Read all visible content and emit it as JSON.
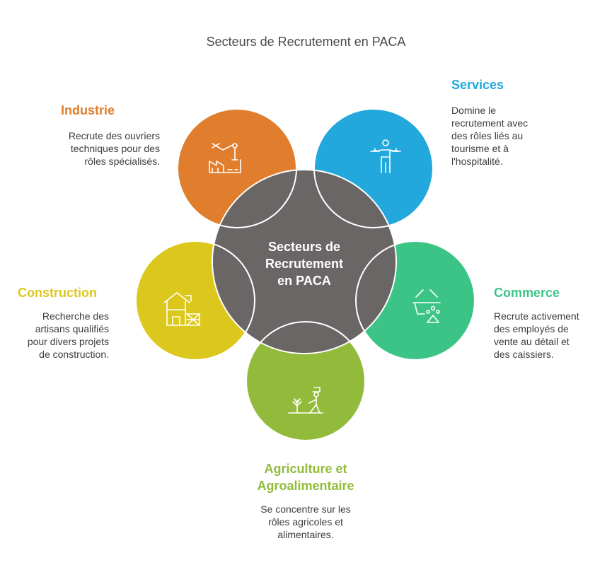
{
  "title": "Secteurs de Recrutement en PACA",
  "center": {
    "line1": "Secteurs de",
    "line2": "Recrutement",
    "line3": "en PACA",
    "color": "#6b6666"
  },
  "sectors": {
    "industrie": {
      "name": "Industrie",
      "color": "#e07e2e",
      "icon": "factory-robot-arm-icon",
      "desc1": "Recrute des ouvriers",
      "desc2": "techniques pour des",
      "desc3": "rôles spécialisés."
    },
    "services": {
      "name": "Services",
      "color": "#22a8dc",
      "icon": "waiter-serving-trays-icon",
      "desc1": "Domine le",
      "desc2": "recrutement avec",
      "desc3": "des rôles liés au",
      "desc4": "tourisme et à",
      "desc5": "l'hospitalité."
    },
    "commerce": {
      "name": "Commerce",
      "color": "#3cc487",
      "icon": "shopping-basket-icon",
      "desc1": "Recrute activement",
      "desc2": "des employés de",
      "desc3": "vente au détail et",
      "desc4": "des caissiers."
    },
    "agriculture": {
      "name1": "Agriculture et",
      "name2": "Agroalimentaire",
      "color": "#92bb3b",
      "icon": "farmer-plant-icon",
      "desc1": "Se concentre sur les",
      "desc2": "rôles agricoles et",
      "desc3": "alimentaires."
    },
    "construction": {
      "name": "Construction",
      "color": "#dcc81c",
      "icon": "house-scaffold-icon",
      "desc1": "Recherche des",
      "desc2": "artisans qualifiés",
      "desc3": "pour divers projets",
      "desc4": "de construction."
    }
  }
}
